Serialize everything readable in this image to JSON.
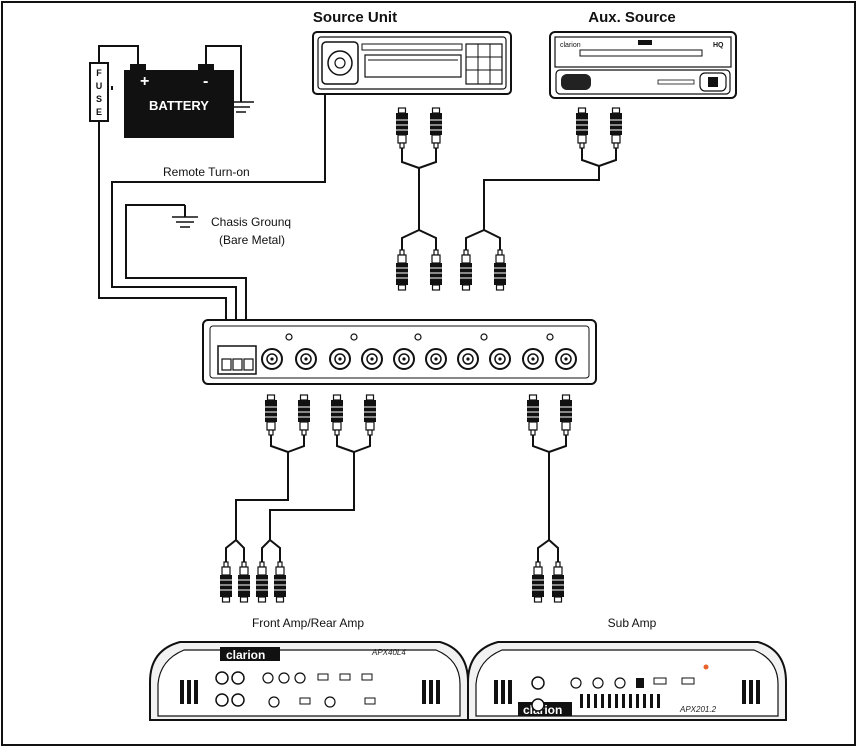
{
  "labels": {
    "source_unit": "Source Unit",
    "aux_source": "Aux. Source",
    "battery": "BATTERY",
    "battery_plus": "+",
    "battery_minus": "-",
    "fuse": "FUSE",
    "remote_turn_on": "Remote Turn-on",
    "chassis_ground": "Chasis Grounq",
    "bare_metal": "(Bare Metal)",
    "front_rear_amp": "Front Amp/Rear Amp",
    "sub_amp": "Sub Amp"
  },
  "devices": {
    "aux_brand": "clarion",
    "aux_hq": "HQ",
    "amp1_brand": "clarion",
    "amp1_model": "APX40L4",
    "amp2_brand": "clarion",
    "amp2_model": "APX201.2"
  },
  "colors": {
    "line": "#111111",
    "battery_fill": "#111111",
    "amp_fill": "#f2f2f2"
  }
}
